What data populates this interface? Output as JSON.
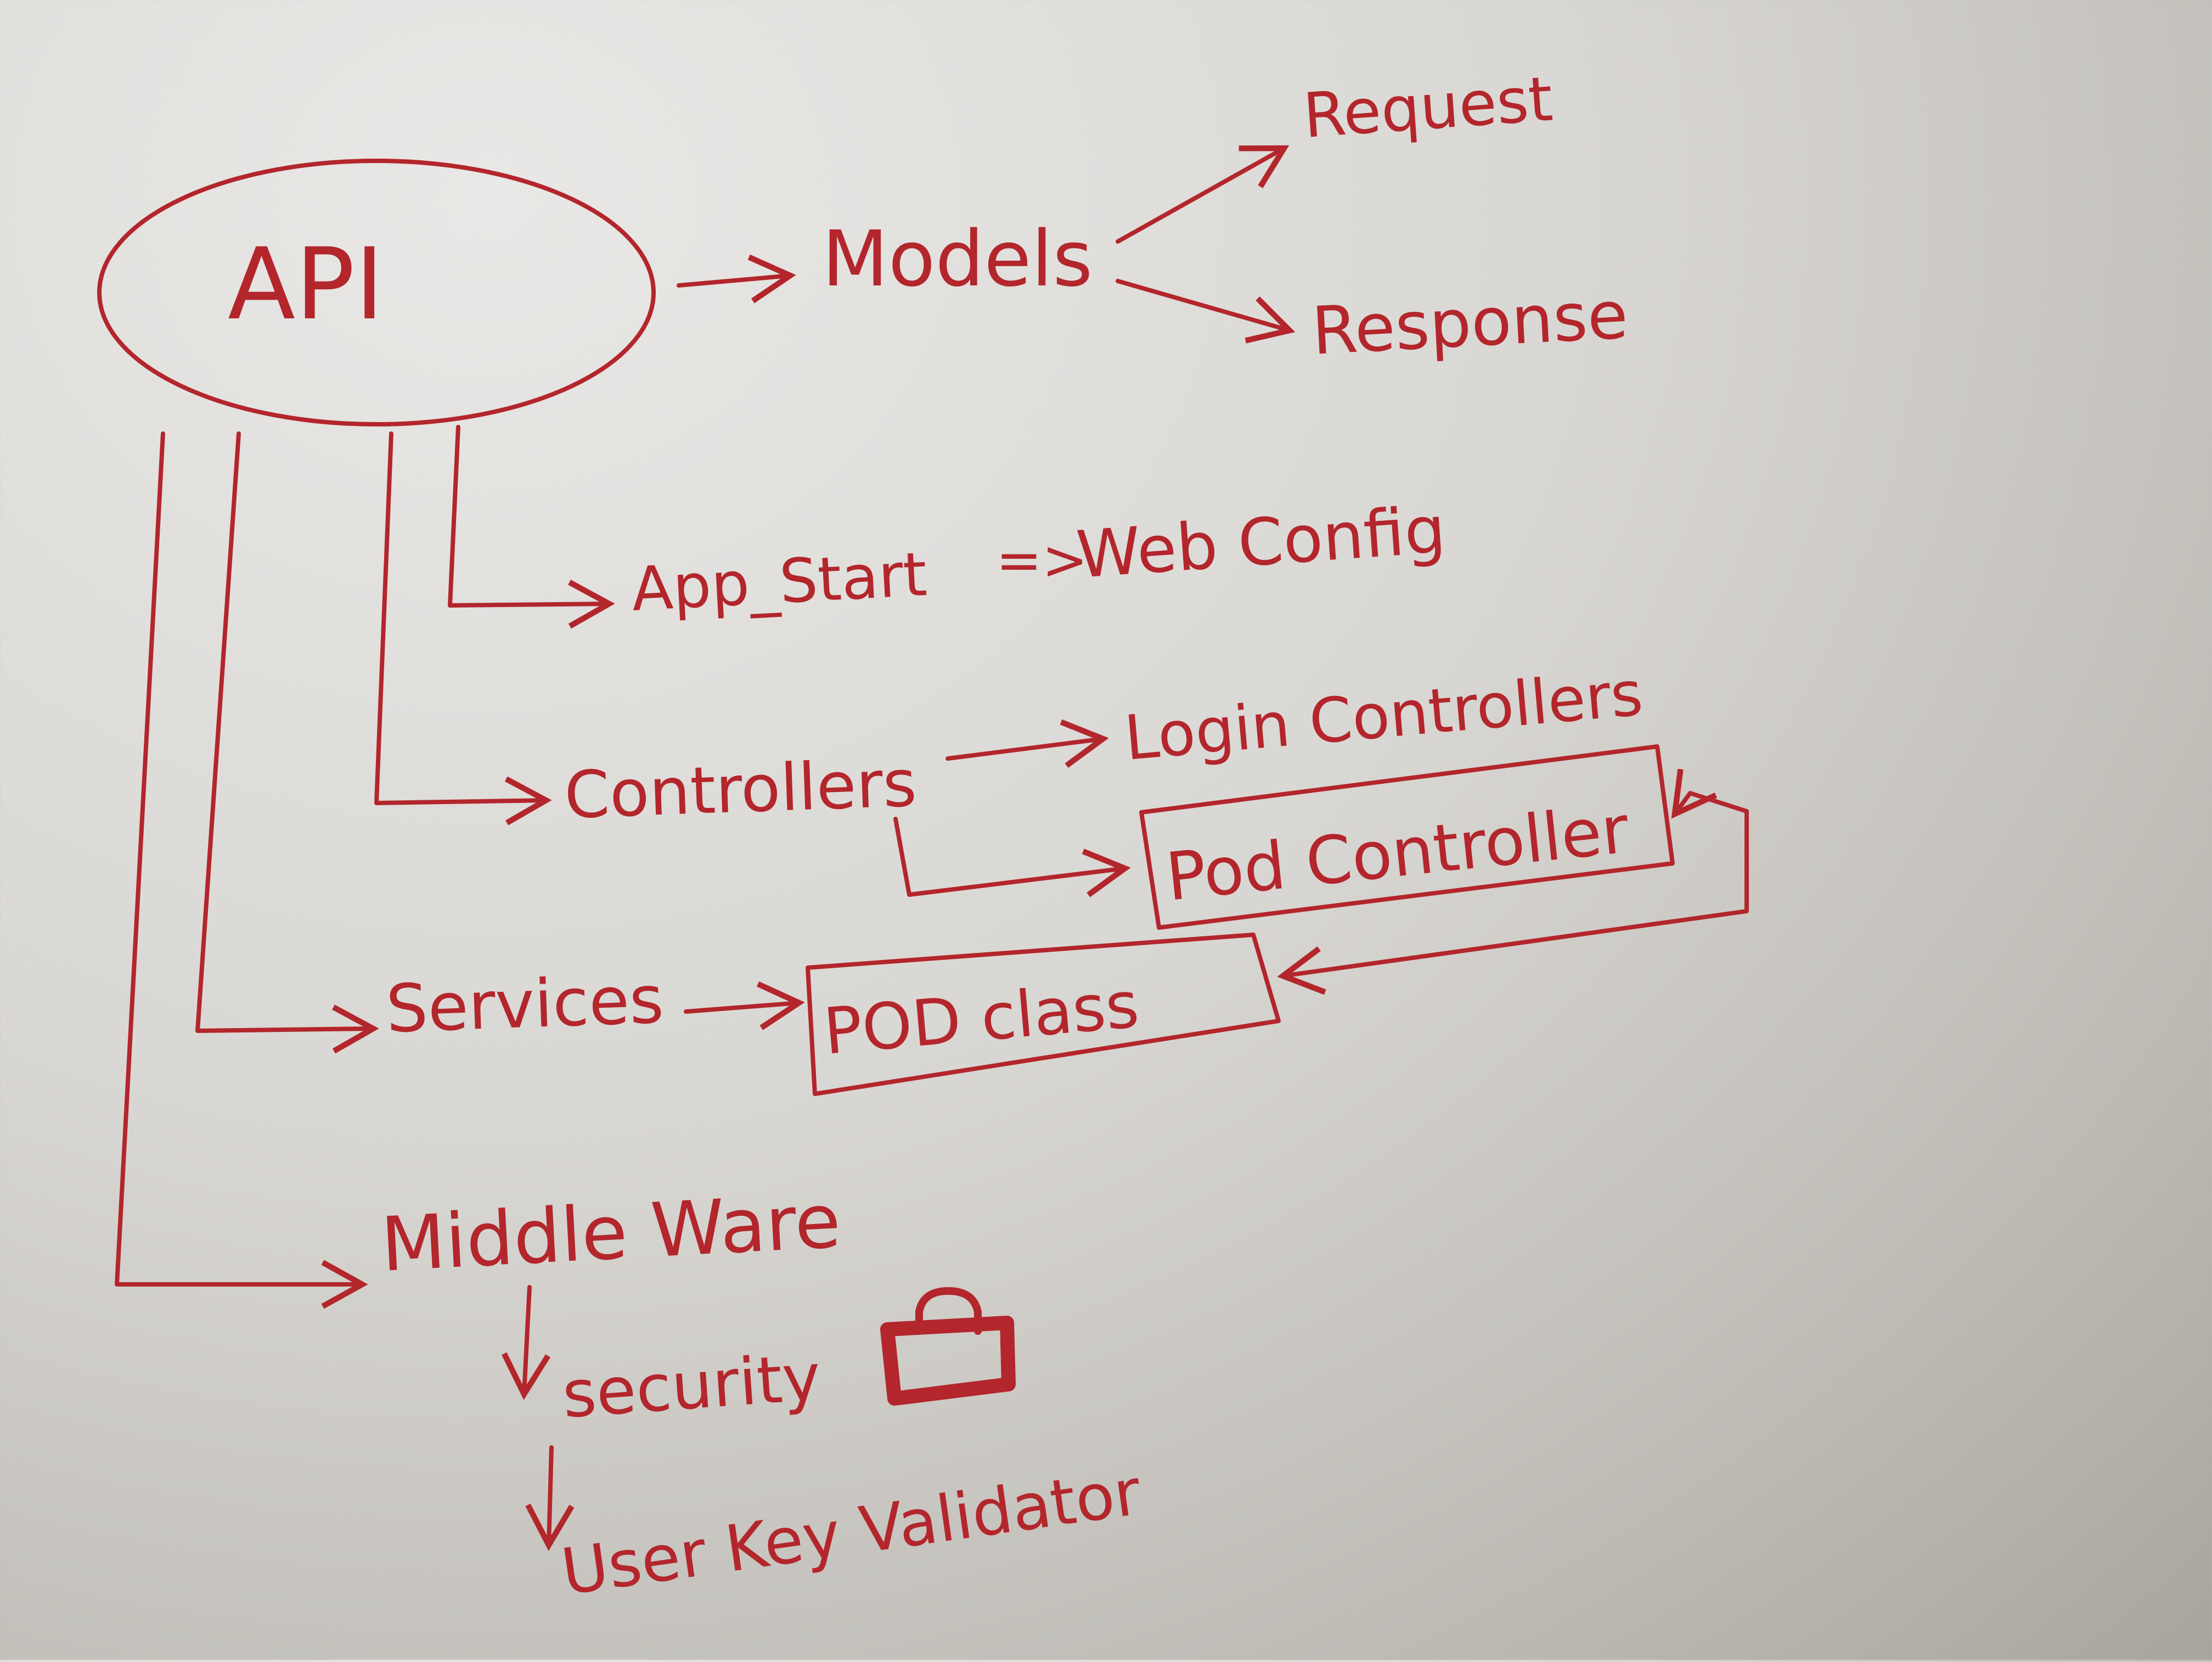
{
  "diagram": {
    "ink_color": "#b3262c",
    "paper_color": "#d9d7d3",
    "root": "API",
    "nodes": {
      "models": "Models",
      "request": "Request",
      "response": "Response",
      "app_start": "App_Start",
      "web_config": "Web Config",
      "controllers": "Controllers",
      "login_controllers": "Login Controllers",
      "pod_controller": "Pod Controller",
      "services": "Services",
      "pod_class": "POD class",
      "middleware": "Middle Ware",
      "security": "security",
      "user_key_validator": "User Key Validator"
    },
    "arrow_implies": "=>",
    "icons": {
      "security": "lock-icon"
    }
  }
}
